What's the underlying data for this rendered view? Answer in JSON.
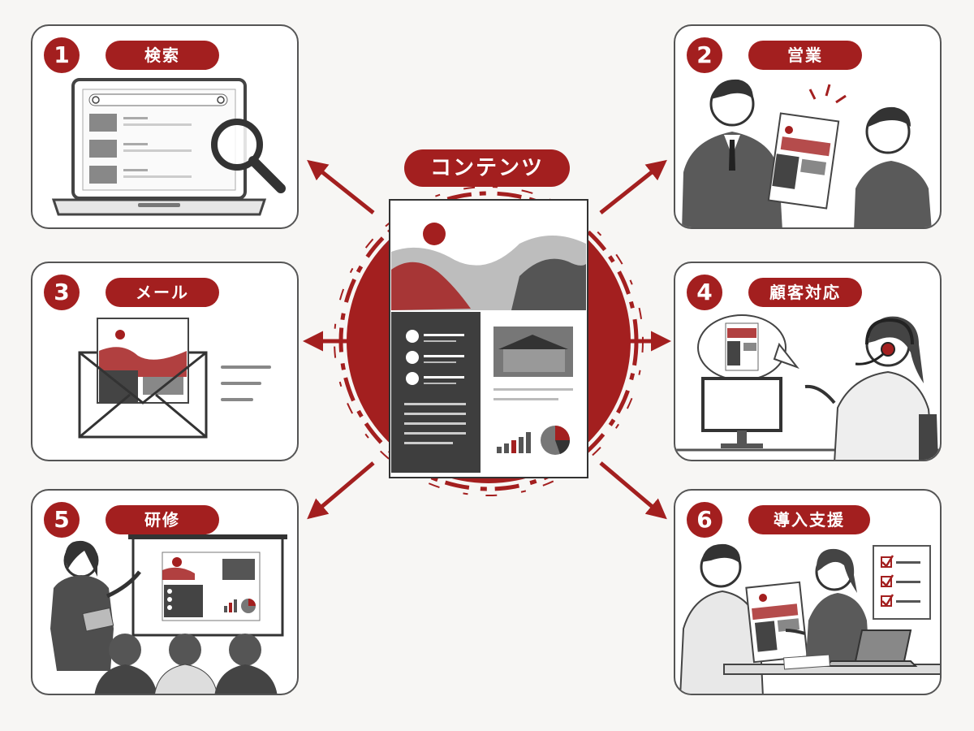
{
  "center": {
    "title": "コンテンツ"
  },
  "panels": [
    {
      "number": "1",
      "label": "検索"
    },
    {
      "number": "2",
      "label": "営業"
    },
    {
      "number": "3",
      "label": "メール"
    },
    {
      "number": "4",
      "label": "顧客対応"
    },
    {
      "number": "5",
      "label": "研修"
    },
    {
      "number": "6",
      "label": "導入支援"
    }
  ],
  "colors": {
    "accent": "#a31f1f",
    "dark": "#3a3a3a",
    "grey": "#8a8a8a"
  },
  "icons": [
    "magnifier-icon",
    "envelope-icon",
    "headset-icon",
    "projector-screen-icon",
    "laptop-icon",
    "checklist-icon"
  ]
}
